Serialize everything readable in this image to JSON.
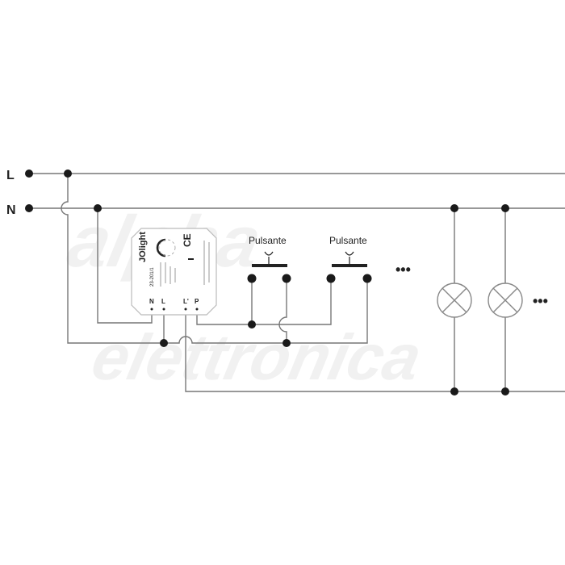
{
  "diagram": {
    "colors": {
      "wire": "#777777",
      "node": "#1a1a1a",
      "text": "#222222",
      "device_border": "#bbbbbb",
      "watermark": "#f1f1f1"
    },
    "watermark": {
      "line1": "alpha",
      "line2": "elettronica"
    },
    "lines": {
      "L": "L",
      "N": "N"
    },
    "device": {
      "brand": "JOlight",
      "model": "23-201/1",
      "marks": [
        "CE"
      ],
      "terminals": [
        "N",
        "L",
        "L'",
        "P"
      ]
    },
    "switches": [
      {
        "label": "Pulsante"
      },
      {
        "label": "Pulsante"
      }
    ],
    "continuation": "•••",
    "lamps": [
      {
        "id": "lamp-1"
      },
      {
        "id": "lamp-2"
      }
    ],
    "lamp_continuation": "•••"
  }
}
